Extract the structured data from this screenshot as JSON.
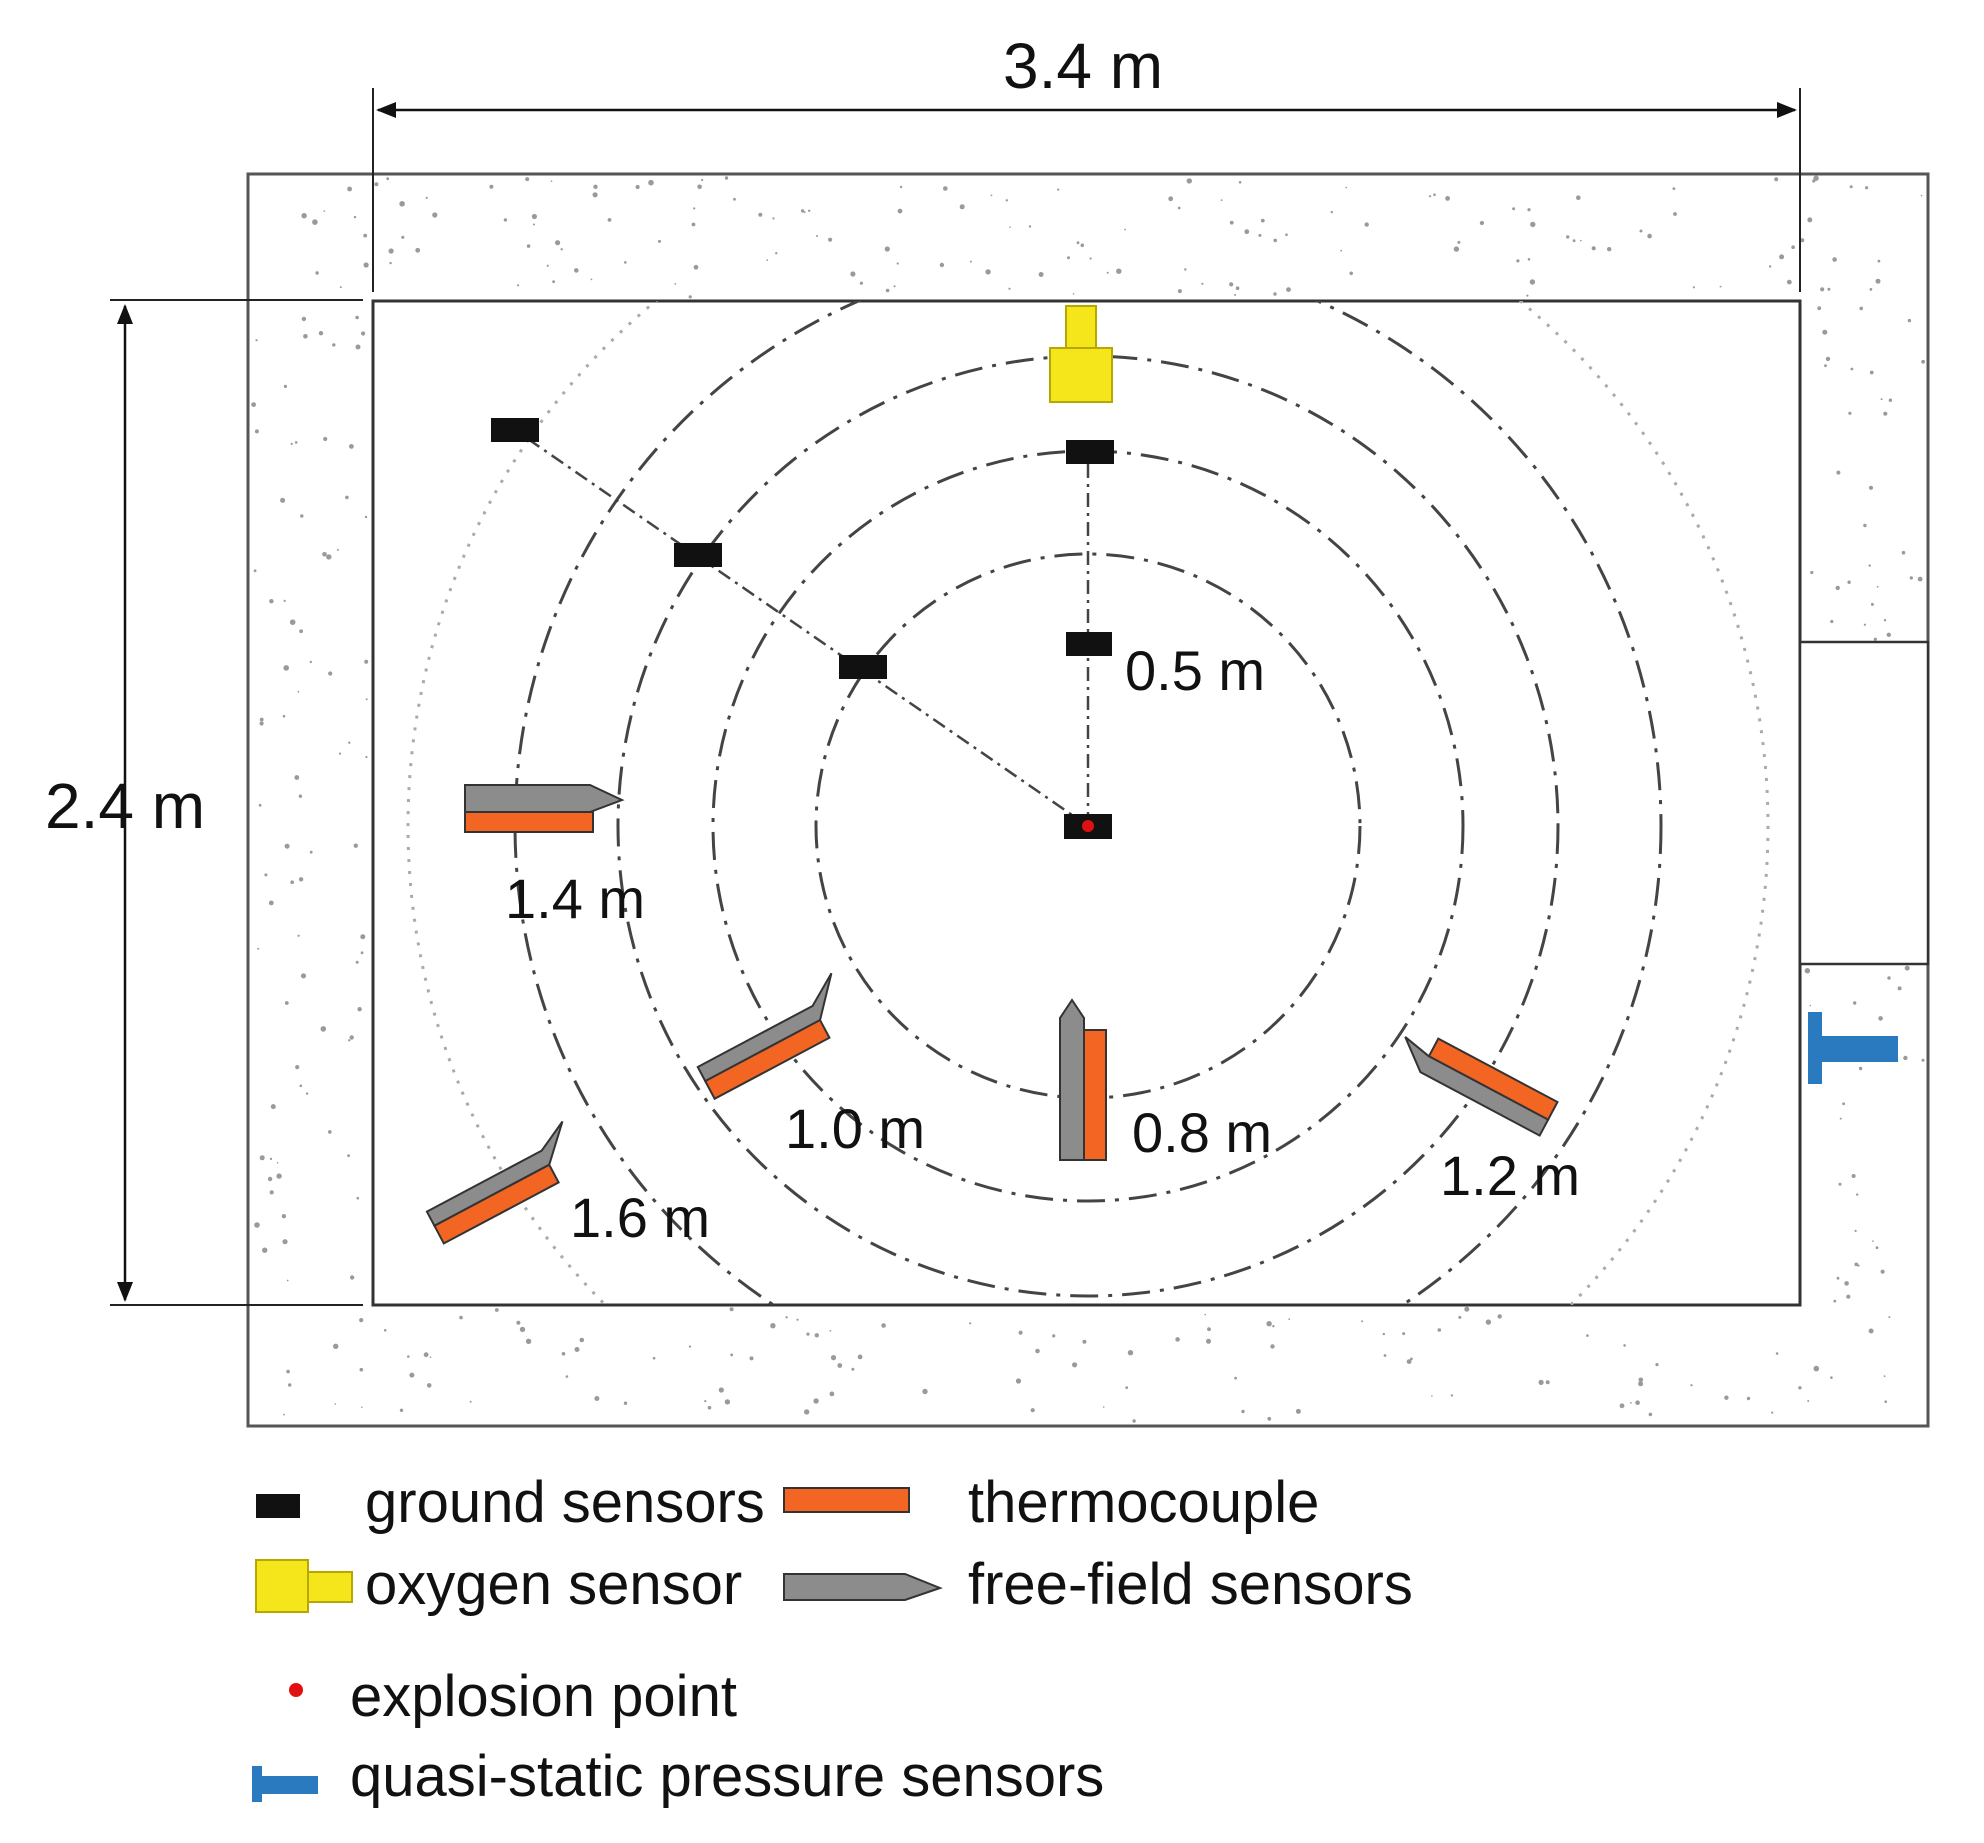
{
  "dimensions": {
    "width_label": "3.4 m",
    "height_label": "2.4 m"
  },
  "radius_labels": [
    "0.5 m",
    "0.8 m",
    "1.0 m",
    "1.2 m",
    "1.4 m",
    "1.6 m"
  ],
  "legend": {
    "ground_sensors": "ground sensors",
    "thermocouple": "thermocouple",
    "oxygen_sensor": "oxygen sensor",
    "free_field_sensors": "free-field sensors",
    "explosion_point": "explosion point",
    "quasi_static_pressure_sensors": "quasi-static pressure sensors"
  },
  "colors": {
    "ground_sensor": "#111111",
    "thermocouple": "#f26522",
    "oxygen_sensor": "#f5e61c",
    "free_field_sensor": "#8c8c8c",
    "explosion_point": "#e01010",
    "pressure_sensor": "#2a7abf",
    "wall_speckle": "#9a9a9a"
  }
}
